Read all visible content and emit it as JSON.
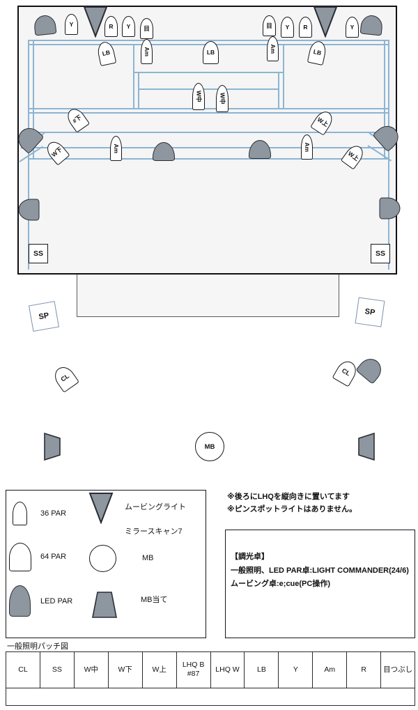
{
  "stage": {
    "lamps": [
      "Y",
      "R",
      "Y",
      "目",
      "目",
      "Y",
      "R",
      "Y",
      "LB",
      "Am",
      "LB",
      "Am",
      "LB",
      "W中",
      "W中",
      "#下",
      "W上",
      "W下",
      "Am",
      "Am",
      "W上"
    ],
    "ss_label": "SS",
    "sp_label": "SP",
    "cl_label": "CL",
    "mb_label": "MB"
  },
  "legend": {
    "par36": "36 PAR",
    "par64": "64 PAR",
    "led_par": "LED PAR",
    "moving_light": "ムービングライト",
    "mirror_scan": "ミラースキャン7",
    "mb": "MB",
    "mb_ate": "MB当て"
  },
  "notes": {
    "line1": "※後ろにLHQを縦向きに置いてます",
    "line2": "※ピンスポットライトはありません。"
  },
  "console": {
    "title": "【調光卓】",
    "line1": "一般照明、LED PAR卓:LIGHT COMMANDER(24/6)",
    "line2": "ムービング卓:e;cue(PC操作)"
  },
  "patch": {
    "title": "一般照明パッチ図",
    "cells": [
      "CL",
      "SS",
      "W中",
      "W下",
      "W上",
      "LHQ B",
      "LHQ W",
      "LB",
      "Y",
      "Am",
      "R",
      "目つぶし"
    ],
    "cell5_line2": "#87"
  },
  "colors": {
    "fixture_gray": "#8e96a0",
    "line_blue": "#8cb4d2",
    "sp_outline": "#7b90af"
  }
}
